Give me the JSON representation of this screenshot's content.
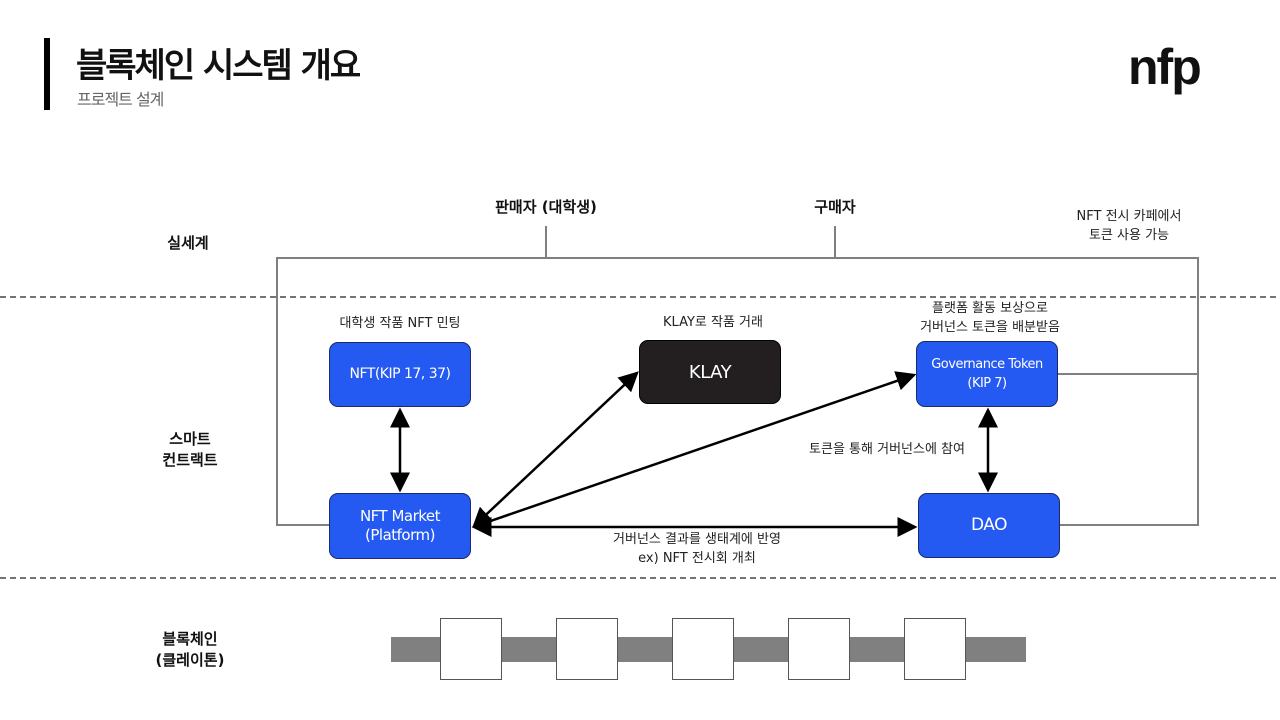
{
  "header": {
    "title": "블록체인 시스템 개요",
    "subtitle": "프로젝트 설계",
    "logo": "nfp"
  },
  "layers": {
    "real_world": "실세계",
    "smart_contract_1": "스마트",
    "smart_contract_2": "컨트랙트",
    "blockchain_1": "블록체인",
    "blockchain_2": "(클레이톤)"
  },
  "actors": {
    "seller": "판매자 (대학생)",
    "buyer": "구매자"
  },
  "boxes": {
    "nft": "NFT(KIP 17, 37)",
    "klay": "KLAY",
    "governance_1": "Governance Token",
    "governance_2": "(KIP 7)",
    "market_1": "NFT Market",
    "market_2": "(Platform)",
    "dao": "DAO"
  },
  "notes": {
    "nft_minting": "대학생 작품 NFT 민팅",
    "klay_trade": "KLAY로 작품 거래",
    "reward_1": "플랫폼 활동 보상으로",
    "reward_2": "거버넌스 토큰을 배분받음",
    "participate": "토큰을 통해 거버넌스에 참여",
    "result_1": "거버넌스 결과를 생태계에 반영",
    "result_2": "ex) NFT 전시회 개최",
    "cafe_1": "NFT 전시 카페에서",
    "cafe_2": "토큰 사용 가능"
  },
  "colors": {
    "box_blue": "#2459f2",
    "klay_dark": "#231f20",
    "chain_grey": "#808080"
  },
  "chain_blocks": 5
}
